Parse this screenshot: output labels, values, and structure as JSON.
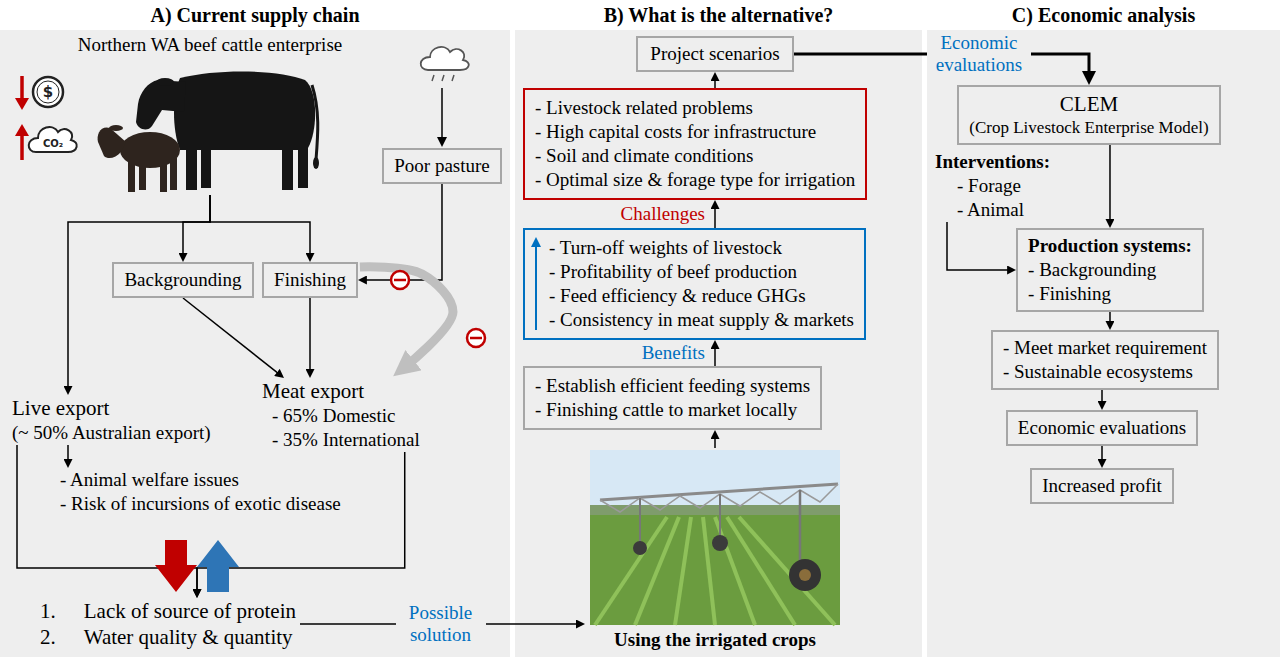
{
  "diagram": {
    "nodes": [
      {
        "text": [
          "A) Current supply chain"
        ]
      },
      {
        "text": [
          "Northern WA beef cattle enterprise"
        ],
        "in": 0
      },
      {
        "text": [
          "Poor pasture"
        ],
        "in": 0
      },
      {
        "text": [
          "Backgrounding"
        ],
        "in": 0
      },
      {
        "text": [
          "Finishing"
        ],
        "in": 0
      },
      {
        "text": [
          "Live export",
          "(~ 50% Australian export)"
        ],
        "in": 0
      },
      {
        "text": [
          "Meat export",
          "- 65% Domestic",
          "- 35% International"
        ],
        "in": 0
      },
      {
        "text": [
          "- Animal welfare issues",
          "- Risk of incursions of exotic disease"
        ],
        "in": 0
      },
      {
        "text": [
          "1.",
          "Lack of source of protein",
          "2.",
          "Water quality & quantity"
        ],
        "in": 0
      },
      {
        "text": [
          "B) What is the alternative?"
        ]
      },
      {
        "text": [
          "Project scenarios"
        ],
        "in": 9
      },
      {
        "text": [
          "- Livestock related problems",
          "- High capital costs for infrastructure",
          "- Soil and climate conditions",
          "- Optimal size & forage type for irrigation"
        ],
        "in": 9
      },
      {
        "text": [
          "- Turn-off weights of livestock",
          "- Profitability of beef production",
          "- Feed efficiency & reduce GHGs",
          "- Consistency in meat supply & markets"
        ],
        "in": 9
      },
      {
        "text": [
          "- Establish efficient feeding systems",
          "- Finishing cattle to market locally"
        ],
        "in": 9
      },
      {
        "text": [
          "Using the irrigated crops"
        ],
        "in": 9
      },
      {
        "text": [
          "C) Economic analysis"
        ]
      },
      {
        "text": [
          "CLEM",
          "(Crop Livestock Enterprise Model)"
        ],
        "in": 15
      },
      {
        "text": [
          "Interventions:",
          "- Forage",
          "- Animal"
        ],
        "in": 15
      },
      {
        "text": [
          "Production systems:",
          "- Backgrounding",
          "- Finishing"
        ],
        "in": 15
      },
      {
        "text": [
          "- Meet market requirement",
          "- Sustainable ecosystems"
        ],
        "in": 15
      },
      {
        "text": [
          "Economic evaluations"
        ],
        "in": 15
      },
      {
        "text": [
          "Increased profit"
        ],
        "in": 15
      }
    ],
    "edges": [
      {
        "from": 1,
        "to": 3,
        "arrow": "to"
      },
      {
        "from": 1,
        "to": 4,
        "arrow": "to"
      },
      {
        "from": 1,
        "to": 5,
        "arrow": "to"
      },
      {
        "from": 2,
        "to": 4,
        "arrow": "to"
      },
      {
        "from": 3,
        "to": 6,
        "arrow": "to"
      },
      {
        "from": 4,
        "to": 6,
        "arrow": "to"
      },
      {
        "from": 4,
        "to": 6,
        "arrow": "to"
      },
      {
        "from": 5,
        "to": 7,
        "arrow": "to"
      },
      {
        "from": 5,
        "to": 8,
        "arrow": "to"
      },
      {
        "from": 6,
        "to": 8,
        "arrow": "to"
      },
      {
        "from": 8,
        "to": 14,
        "label": "Possible solution",
        "arrow": "to"
      },
      {
        "from": 14,
        "to": 13,
        "arrow": "to"
      },
      {
        "from": 13,
        "to": 12,
        "label": "Benefits",
        "arrow": "to"
      },
      {
        "from": 12,
        "to": 11,
        "label": "Challenges",
        "arrow": "to"
      },
      {
        "from": 11,
        "to": 10,
        "arrow": "to"
      },
      {
        "from": 10,
        "to": 16,
        "label": "Economic evaluations",
        "arrow": "to"
      },
      {
        "from": 16,
        "to": 18,
        "arrow": "to"
      },
      {
        "from": 17,
        "to": 18,
        "arrow": "to"
      },
      {
        "from": 18,
        "to": 19,
        "arrow": "to"
      },
      {
        "from": 19,
        "to": 20,
        "arrow": "to"
      },
      {
        "from": 20,
        "to": 21,
        "arrow": "to"
      }
    ],
    "labels": [
      "$",
      "CO₂"
    ]
  }
}
